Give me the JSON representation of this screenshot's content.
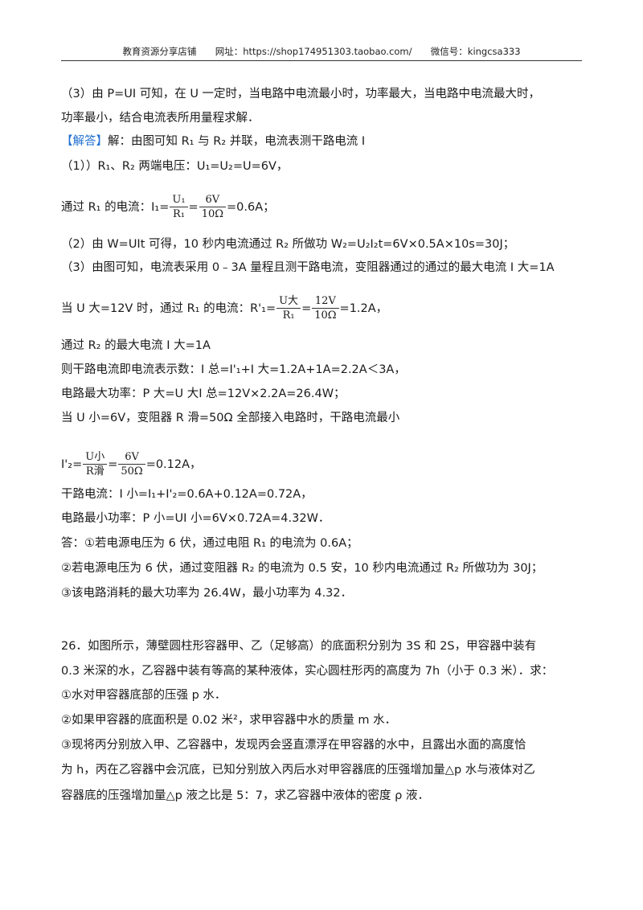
{
  "header": {
    "shop": "教育资源分享店铺",
    "url_label": "网址：https://shop174951303.taobao.com/",
    "wechat": "微信号：kingcsa333"
  },
  "analysis": {
    "p3_a": "（3）由 P=UI 可知，在 U 一定时，当电路中电流最小时，功率最大，当电路中电流最大时，",
    "p3_b": "功率最小，结合电流表所用量程求解．"
  },
  "solution": {
    "tag": "【解答】",
    "intro": "解：由图可知 R₁ 与 R₂ 并联，电流表测干路电流 I",
    "s1_a": "（1））R₁、R₂ 两端电压：U₁=U₂=U=6V，",
    "s1_b_pre": "通过 R₁ 的电流：I₁=",
    "s1_b_f1n": "U₁",
    "s1_b_f1d": "R₁",
    "s1_b_f2n": "6V",
    "s1_b_f2d": "10Ω",
    "s1_b_post": "=0.6A；",
    "s2": "（2）由 W=UIt 可得，10 秒内电流通过 R₂ 所做功 W₂=U₂I₂t=6V×0.5A×10s=30J；",
    "s3_a": "（3）由图可知，电流表采用 0﹣3A 量程且测干路电流，变阻器通过的通过的最大电流 I 大=1A",
    "s3_b_pre": "当 U 大=12V 时，通过 R₁ 的电流：R'₁=",
    "s3_b_f1n": "U大",
    "s3_b_f1d": "R₁",
    "s3_b_f2n": "12V",
    "s3_b_f2d": "10Ω",
    "s3_b_post": "=1.2A，",
    "s3_c": "通过 R₂ 的最大电流 I 大=1A",
    "s3_d": "则干路电流即电流表示数：I 总=I'₁+I 大=1.2A+1A=2.2A＜3A，",
    "s3_e": "电路最大功率：P 大=U 大I 总=12V×2.2A=26.4W；",
    "s3_f": "当 U 小=6V，变阻器 R 滑=50Ω 全部接入电路时，干路电流最小",
    "s3_g_pre": "I'₂=",
    "s3_g_f1n": "U小",
    "s3_g_f1d": "R滑",
    "s3_g_f2n": "6V",
    "s3_g_f2d": "50Ω",
    "s3_g_post": "=0.12A，",
    "s3_h": "干路电流：I 小=I₁+I'₂=0.6A+0.12A=0.72A，",
    "s3_i": "电路最小功率：P 小=UI 小=6V×0.72A=4.32W．",
    "ans_1": "答：①若电源电压为 6 伏，通过电阻 R₁ 的电流为 0.6A；",
    "ans_2": "②若电源电压为 6 伏，通过变阻器 R₂ 的电流为 0.5 安，10 秒内电流通过 R₂ 所做功为 30J；",
    "ans_3": "③该电路消耗的最大功率为 26.4W，最小功率为 4.32．"
  },
  "q26": {
    "l1": "26．如图所示，薄壁圆柱形容器甲、乙（足够高）的底面积分别为 3S 和 2S，甲容器中装有",
    "l2": "0.3 米深的水，乙容器中装有等高的某种液体，实心圆柱形丙的高度为 7h（小于 0.3 米）．求：",
    "l3": "①水对甲容器底部的压强 p 水．",
    "l4": "②如果甲容器的底面积是 0.02 米²，求甲容器中水的质量 m 水．",
    "l5": "③现将丙分别放入甲、乙容器中，发现丙会竖直漂浮在甲容器的水中，且露出水面的高度恰",
    "l6": "为 h，丙在乙容器中会沉底，已知分别放入丙后水对甲容器底的压强增加量△p 水与液体对乙",
    "l7": "容器底的压强增加量△p 液之比是 5：7，求乙容器中液体的密度 ρ 液．"
  }
}
